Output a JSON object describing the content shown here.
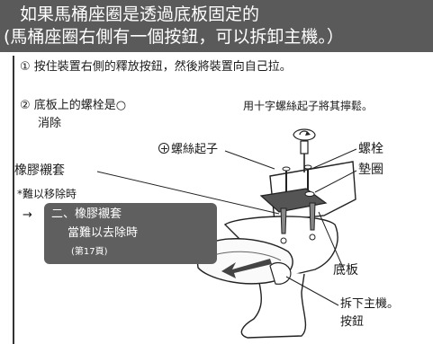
{
  "header": {
    "line1": "如果馬桶座圈是透過底板固定的",
    "line2": "(馬桶座圈右側有一個按鈕，可以拆卸主機。）"
  },
  "steps": {
    "step1": "① 按住裝置右側的釋放按鈕，然後將裝置向自己拉。",
    "step2_line1": "② 底板上的螺栓是○",
    "step2_line2": "消除",
    "tool_note": "用十字螺絲起子將其擰鬆。"
  },
  "labels": {
    "screwdriver": "螺絲起子",
    "bolt": "螺栓",
    "washer": "墊圈",
    "bushing": "橡膠襯套",
    "hard_to_remove": "*難以移除時",
    "arrow": "→",
    "base_plate": "底板",
    "remove_unit": "拆下主機。",
    "button": "按鈕"
  },
  "callout": {
    "line1": "二、橡膠襯套",
    "line2": "當難以去除時",
    "line3": "(第17頁)"
  },
  "colors": {
    "header_bg": "#5a5a5a",
    "callout_bg": "#5f5f5f"
  }
}
